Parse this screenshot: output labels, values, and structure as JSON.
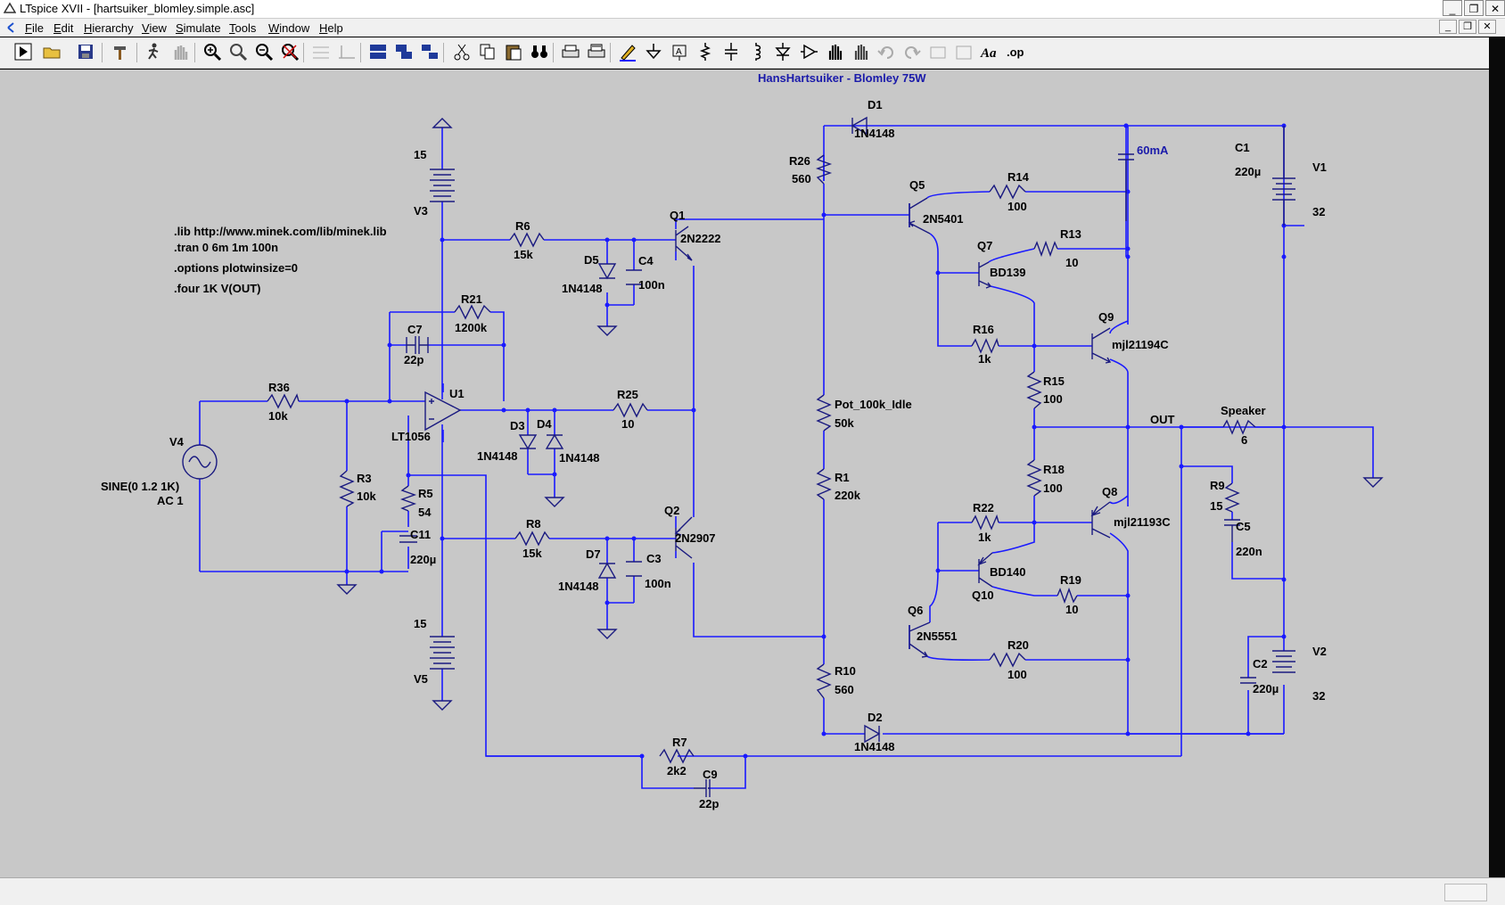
{
  "window": {
    "title": "LTspice XVII - [hartsuiker_blomley.simple.asc]",
    "min_label": "_",
    "max_label": "❐",
    "close_label": "✕"
  },
  "menu": {
    "file": "File",
    "edit": "Edit",
    "hierarchy": "Hierarchy",
    "view": "View",
    "simulate": "Simulate",
    "tools": "Tools",
    "window": "Window",
    "help": "Help"
  },
  "toolbar": {
    "font_label": "Aa",
    "op_label": ".op"
  },
  "schematic": {
    "title": "HansHartsuiker - Blomley 75W",
    "directives": [
      ".lib http://www.minek.com/lib/minek.lib",
      ".tran 0 6m 1m 100n",
      ".options plotwinsize=0",
      ".four 1K V(OUT)"
    ],
    "annotation": "60mA",
    "net_out": "OUT",
    "v4_source": "SINE(0 1.2 1K)",
    "v4_ac": "AC 1",
    "components": {
      "V3": {
        "name": "V3",
        "value": "15"
      },
      "V5": {
        "name": "V5",
        "value": "15"
      },
      "V4": {
        "name": "V4"
      },
      "V1": {
        "name": "V1",
        "value": "32"
      },
      "V2": {
        "name": "V2",
        "value": "32"
      },
      "R6": {
        "name": "R6",
        "value": "15k"
      },
      "R21": {
        "name": "R21",
        "value": "1200k"
      },
      "C7": {
        "name": "C7",
        "value": "22p"
      },
      "R36": {
        "name": "R36",
        "value": "10k"
      },
      "R3": {
        "name": "R3",
        "value": "10k"
      },
      "R5": {
        "name": "R5",
        "value": "54"
      },
      "C11": {
        "name": "C11",
        "value": "220µ"
      },
      "U1": {
        "name": "U1",
        "value": "LT1056"
      },
      "D5": {
        "name": "D5",
        "value": "1N4148"
      },
      "C4": {
        "name": "C4",
        "value": "100n"
      },
      "Q1": {
        "name": "Q1",
        "value": "2N2222"
      },
      "D3": {
        "name": "D3",
        "value": "1N4148"
      },
      "D4": {
        "name": "D4",
        "value": "1N4148"
      },
      "R25": {
        "name": "R25",
        "value": "10"
      },
      "R8": {
        "name": "R8",
        "value": "15k"
      },
      "D7": {
        "name": "D7",
        "value": "1N4148"
      },
      "C3": {
        "name": "C3",
        "value": "100n"
      },
      "Q2": {
        "name": "Q2",
        "value": "2N2907"
      },
      "R7": {
        "name": "R7",
        "value": "2k2"
      },
      "C9": {
        "name": "C9",
        "value": "22p"
      },
      "D1": {
        "name": "D1",
        "value": "1N4148"
      },
      "D2": {
        "name": "D2",
        "value": "1N4148"
      },
      "R26": {
        "name": "R26",
        "value": "560"
      },
      "Pot": {
        "name": "Pot_100k_Idle",
        "value": "50k"
      },
      "R1": {
        "name": "R1",
        "value": "220k"
      },
      "R10": {
        "name": "R10",
        "value": "560"
      },
      "Q5": {
        "name": "Q5",
        "value": "2N5401"
      },
      "Q6": {
        "name": "Q6",
        "value": "2N5551"
      },
      "R14": {
        "name": "R14",
        "value": "100"
      },
      "R20": {
        "name": "R20",
        "value": "100"
      },
      "Q7": {
        "name": "Q7",
        "value": "BD139"
      },
      "Q10": {
        "name": "Q10",
        "value": "BD140"
      },
      "R13": {
        "name": "R13",
        "value": "10"
      },
      "R19": {
        "name": "R19",
        "value": "10"
      },
      "R16": {
        "name": "R16",
        "value": "1k"
      },
      "R22": {
        "name": "R22",
        "value": "1k"
      },
      "R15": {
        "name": "R15",
        "value": "100"
      },
      "R18": {
        "name": "R18",
        "value": "100"
      },
      "Q9": {
        "name": "Q9",
        "value": "mjl21194C"
      },
      "Q8": {
        "name": "Q8",
        "value": "mjl21193C"
      },
      "Speaker": {
        "name": "Speaker",
        "value": "6"
      },
      "R9": {
        "name": "R9",
        "value": "15"
      },
      "C5": {
        "name": "C5",
        "value": "220n"
      },
      "C1": {
        "name": "C1",
        "value": "220µ"
      },
      "C2": {
        "name": "C2",
        "value": "220µ"
      }
    }
  },
  "colors": {
    "wire": "#1a1aff",
    "canvas": "#c8c8c8",
    "component": "#1a1a80"
  }
}
